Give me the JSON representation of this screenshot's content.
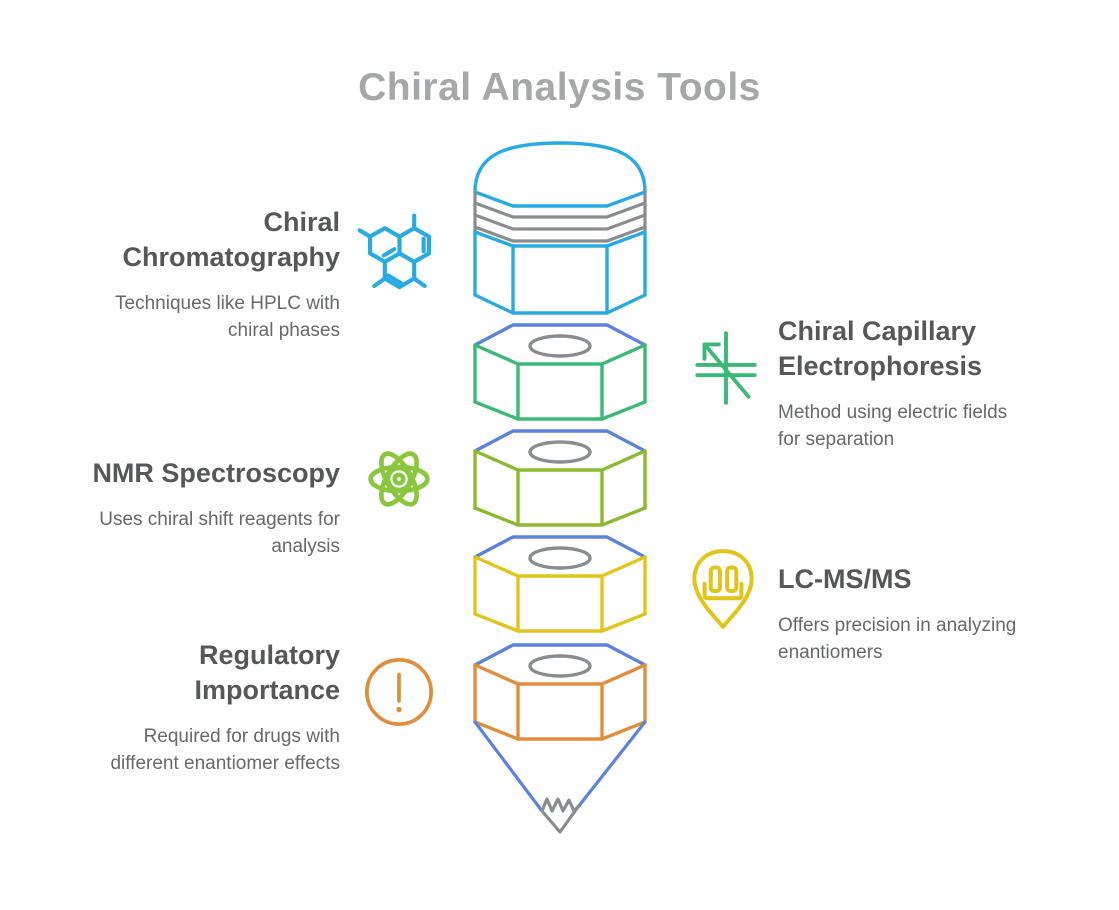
{
  "title": "Chiral Analysis Tools",
  "colors": {
    "title_gray": "#A5A7A9",
    "heading_gray": "#565759",
    "body_gray": "#66686B",
    "line_gray": "#8A8D90"
  },
  "left_items": [
    {
      "title": "Chiral\nChromatography",
      "description": "Techniques like HPLC with\nchiral phases",
      "icon": "molecule-icon",
      "color": "#29ABE2"
    },
    {
      "title": "NMR Spectroscopy",
      "description": "Uses chiral shift reagents for\nanalysis",
      "icon": "atom-icon",
      "color": "#8CC63F"
    },
    {
      "title": "Regulatory\nImportance",
      "description": "Required for drugs with\ndifferent enantiomer effects",
      "icon": "alert-circle-icon",
      "color": "#E08E3C"
    }
  ],
  "right_items": [
    {
      "title": "Chiral Capillary\nElectrophoresis",
      "description": "Method using electric fields\nfor separation",
      "icon": "electrophoresis-arrow-icon",
      "color": "#3CB878"
    },
    {
      "title": "LC-MS/MS",
      "description": "Offers precision in analyzing\nenantiomers",
      "icon": "pin-test-tubes-icon",
      "color": "#E2C51C"
    }
  ],
  "pencil": {
    "type": "exploded-pencil-funnel",
    "cap_color": "#29ABE2",
    "back_edge_color": "#5B82DD",
    "line_color": "#8A8D90",
    "segment_colors": [
      "#3CB878",
      "#8CB92E",
      "#E2C51C",
      "#E08E3C"
    ],
    "tip_color": "#5B82DD"
  }
}
